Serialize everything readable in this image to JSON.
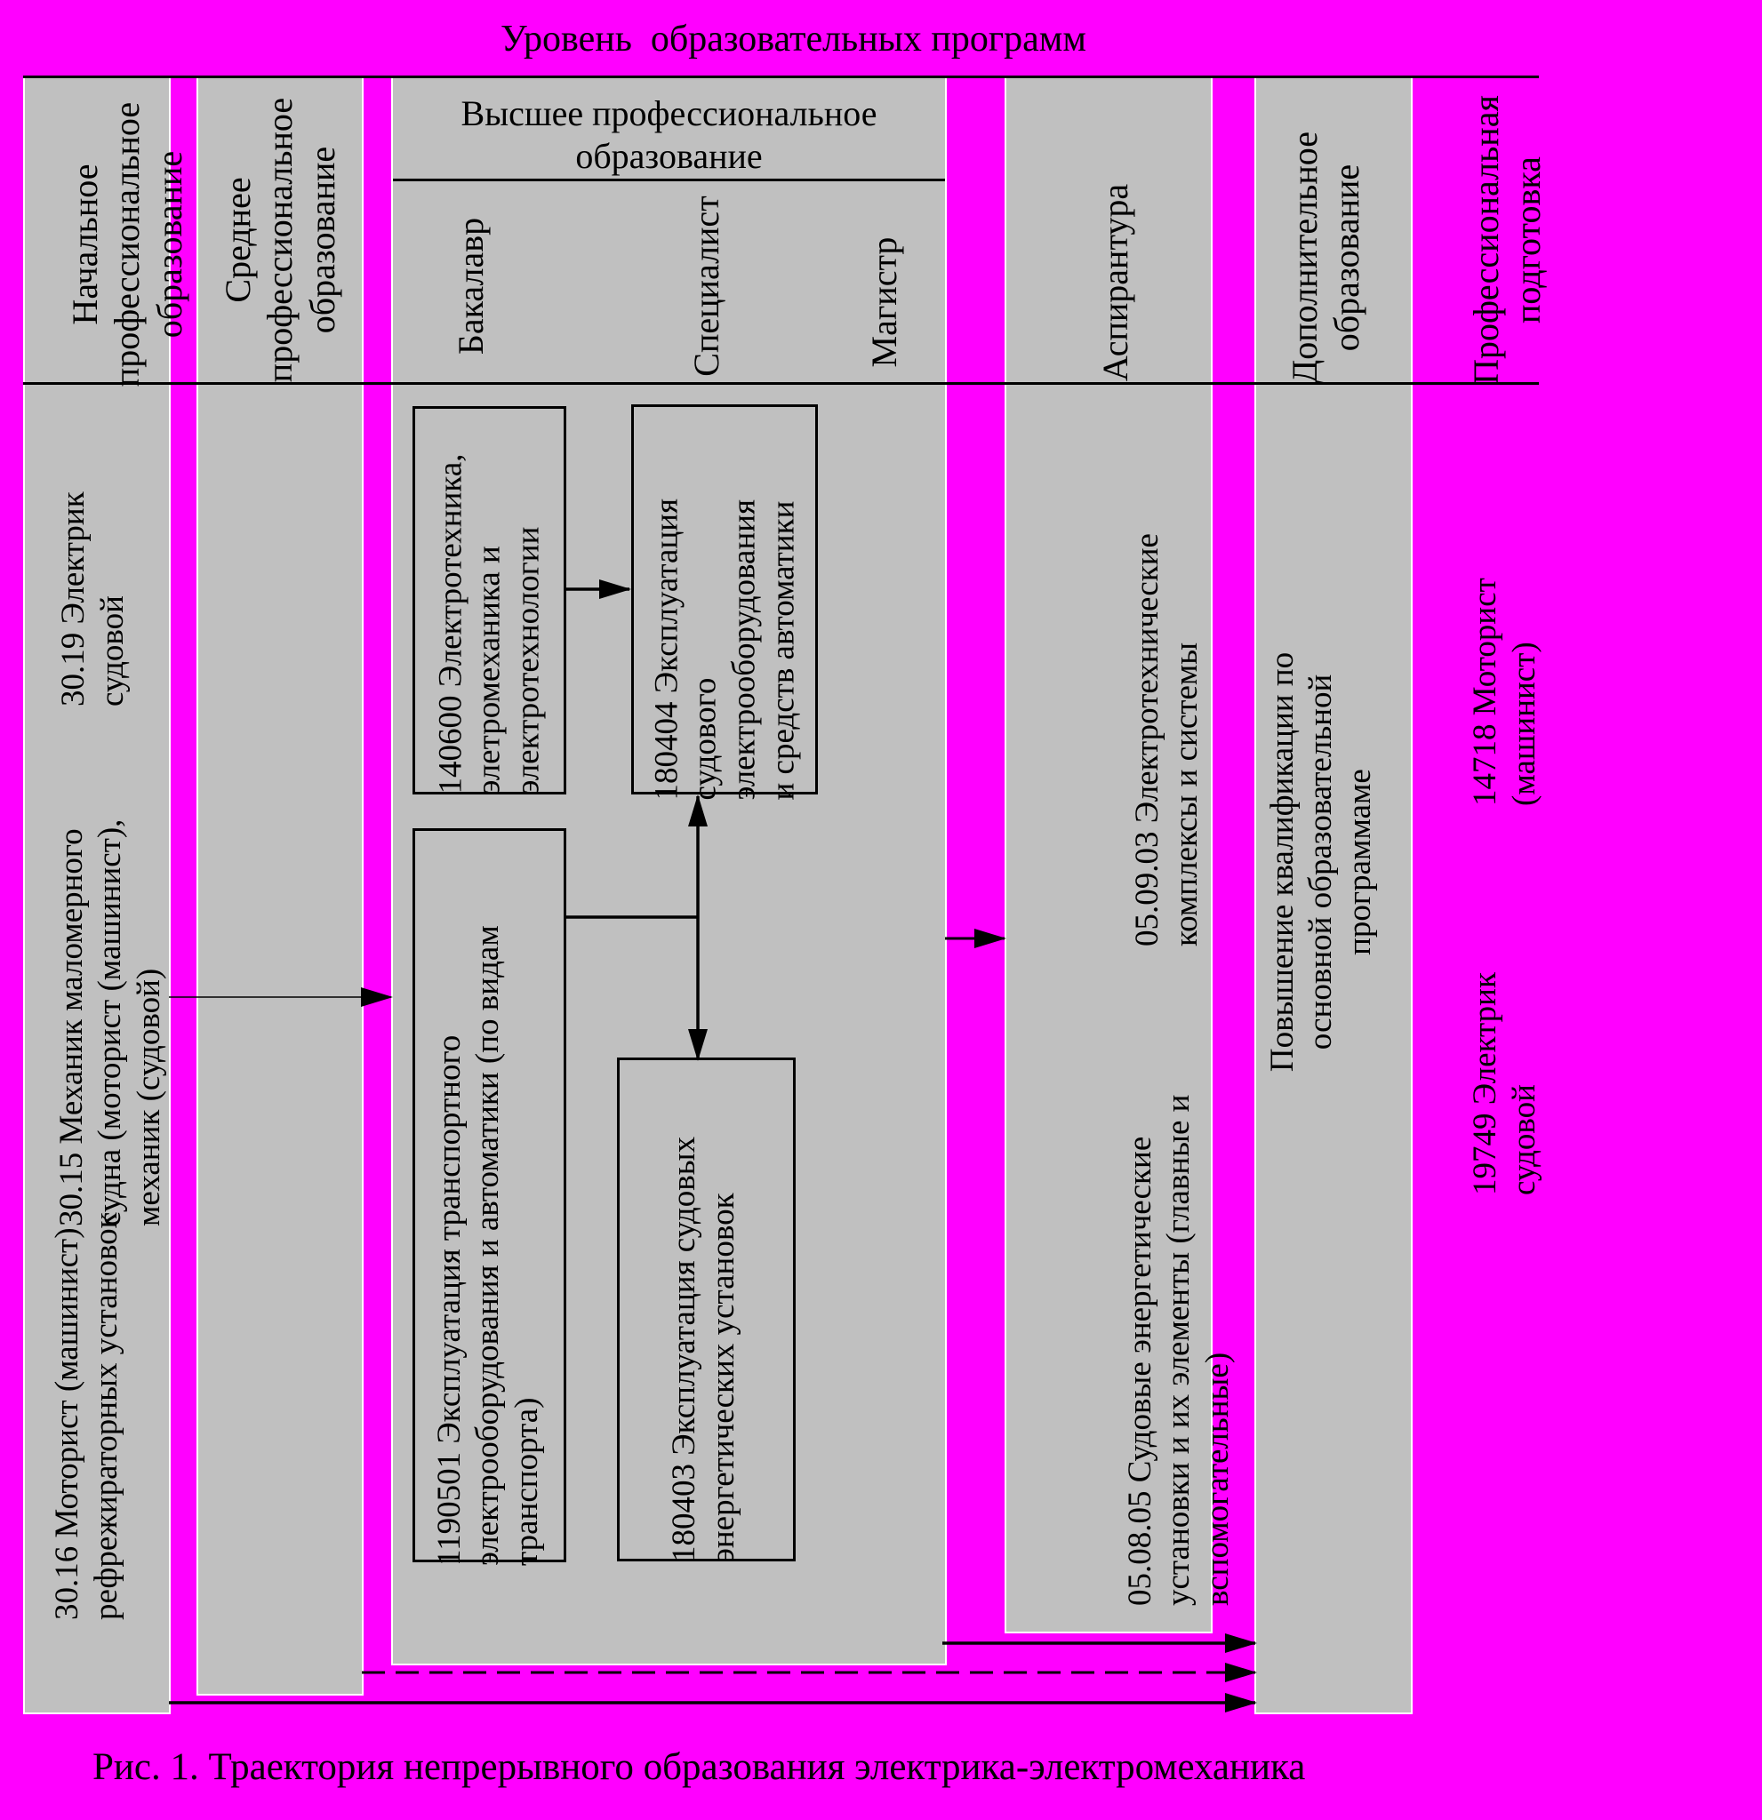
{
  "title": "Уровень  образовательных программ",
  "caption": "Рис. 1. Траектория непрерывного образования электрика-электромеханика",
  "columns": {
    "initial": {
      "header": [
        "Начальное",
        "профессиональное",
        "образование"
      ],
      "items": [
        [
          "30.19 Электрик",
          "судовой"
        ],
        [
          "30.15 Механик маломерного",
          "судна (моторист (машинист),",
          "механик (судовой)"
        ],
        [
          "30.16 Моторист (машинист)",
          "рефрежираторных установок"
        ]
      ]
    },
    "secondary": {
      "header": [
        "Среднее",
        "профессиональное",
        "образование"
      ]
    },
    "higher": {
      "header": [
        "Высшее профессиональное",
        "образование"
      ],
      "levels": [
        "Бакалавр",
        "Специалист",
        "Магистр"
      ],
      "boxes": {
        "b140600": [
          "140600 Электротехника,",
          "элетромеханика и",
          "электротехнологии"
        ],
        "b180404": [
          "180404 Эксплуатация",
          "судового",
          "электрооборудования",
          "и средств автоматики"
        ],
        "b1190501": [
          "1190501 Эксплуатация транспортного",
          "электрооборудования и автоматики (по видам",
          "транспорта)"
        ],
        "b180403": [
          "180403 Эксплуатация судовых",
          "энергетических установок"
        ]
      }
    },
    "postgrad": {
      "header": [
        "Аспирантура"
      ],
      "items": [
        [
          "05.09.03 Электротехнические",
          "комплексы и системы"
        ],
        [
          "05.08.05 Судовые энергетические",
          "установки  и их элементы (главные и",
          "вспомогательные)"
        ]
      ]
    },
    "additional": {
      "header": [
        "Дополнительное",
        "образование"
      ],
      "items": [
        [
          "Повышение квалификации по",
          "основной образовательной",
          "программаме"
        ]
      ]
    },
    "professional": {
      "header": [
        "Профессиональная",
        "подготовка"
      ],
      "items": [
        [
          "14718 Моторист",
          "(машинист)"
        ],
        [
          "19749 Электрик",
          "судовой"
        ]
      ]
    }
  }
}
